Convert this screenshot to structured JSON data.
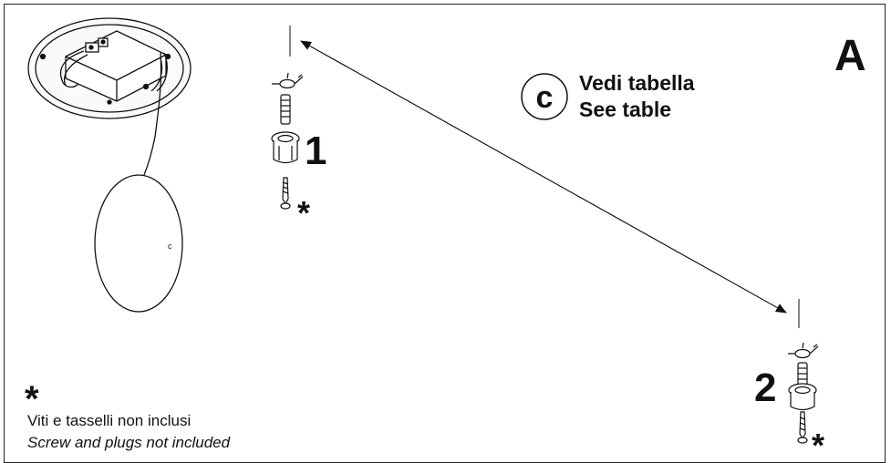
{
  "section_letter": "A",
  "reference": {
    "symbol": "c",
    "line1": "Vedi tabella",
    "line2": "See table"
  },
  "fixing_points": [
    {
      "number": "1",
      "mark": "*"
    },
    {
      "number": "2",
      "mark": "*"
    }
  ],
  "lamp_label": "c",
  "footnote": {
    "mark": "*",
    "line_it": "Viti e tasselli non inclusi",
    "line_en": "Screw and plugs not included"
  }
}
